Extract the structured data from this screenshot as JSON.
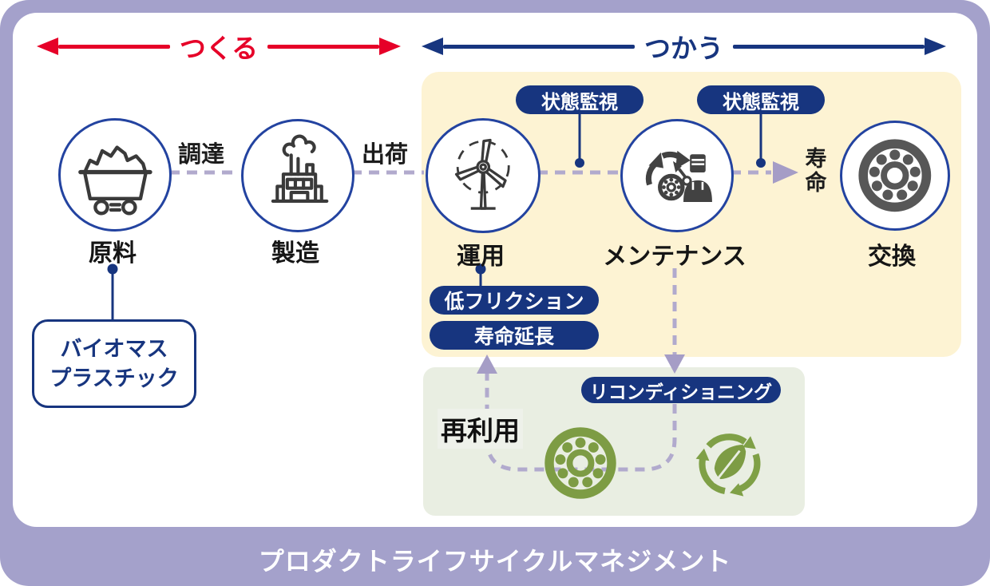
{
  "header": {
    "make_phase": {
      "label": "つくる",
      "color": "#e60028"
    },
    "use_phase": {
      "label": "つかう",
      "color": "#17357f"
    }
  },
  "nodes": [
    {
      "label": "原料",
      "icon": "mine-cart-icon"
    },
    {
      "label": "製造",
      "icon": "factory-icon"
    },
    {
      "label": "運用",
      "icon": "wind-turbine-icon"
    },
    {
      "label": "メンテナンス",
      "icon": "maintenance-worker-icon"
    },
    {
      "label": "交換",
      "icon": "bearing-icon"
    }
  ],
  "edges": {
    "procurement": "調達",
    "shipping": "出荷",
    "lifespan": "寿命"
  },
  "badges": {
    "condition_monitoring_1": "状態監視",
    "condition_monitoring_2": "状態監視",
    "low_friction": "低フリクション",
    "life_extension": "寿命延長",
    "reconditioning": "リコンディショニング"
  },
  "callouts": {
    "biomass": {
      "line1": "バイオマス",
      "line2": "プラスチック"
    },
    "reuse": "再利用"
  },
  "footer": {
    "title": "プロダクトライフサイクルマネジメント"
  },
  "colors": {
    "frame": "#a4a1cb",
    "make_arrow": "#e60028",
    "use_arrow": "#17357f",
    "badge_bg": "#17357f",
    "node_border": "#2343a0",
    "panel_use": "#fdf3d3",
    "panel_reuse": "#e9eee2",
    "connector_dash": "#b1aacd",
    "connector_arrow": "#a59dc6",
    "eco_green": "#7d9c44",
    "bearing_gray": "#575757"
  }
}
